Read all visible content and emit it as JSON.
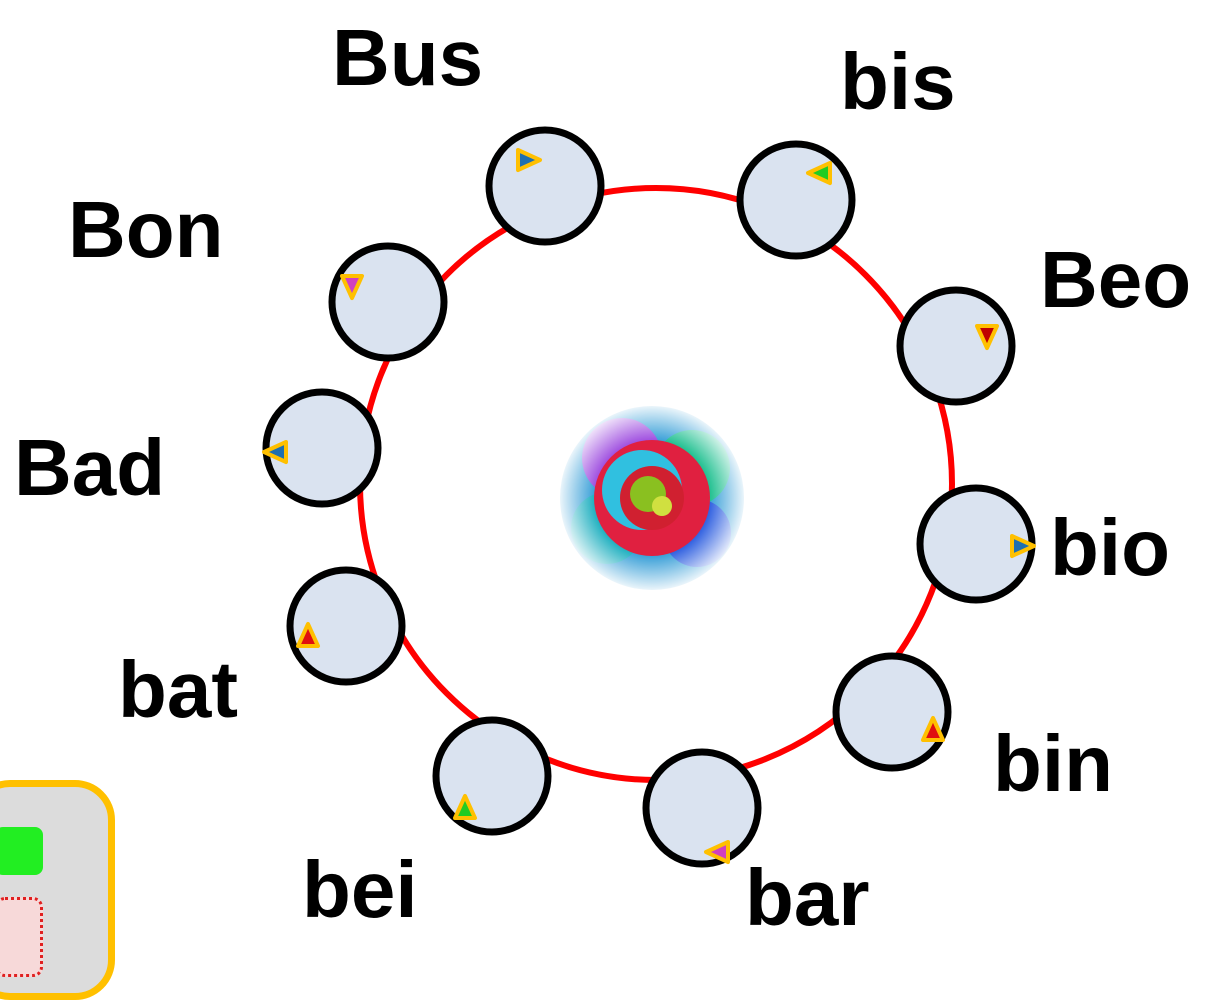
{
  "words": [
    {
      "id": "bus",
      "text": "Bus",
      "pointer_color": "#1e6fb0",
      "pointer_dir": "right"
    },
    {
      "id": "bis",
      "text": "bis",
      "pointer_color": "#22cc22",
      "pointer_dir": "left"
    },
    {
      "id": "beo",
      "text": "Beo",
      "pointer_color": "#c00000",
      "pointer_dir": "down"
    },
    {
      "id": "bio",
      "text": "bio",
      "pointer_color": "#1e6fb0",
      "pointer_dir": "right"
    },
    {
      "id": "bin",
      "text": "bin",
      "pointer_color": "#e01010",
      "pointer_dir": "up"
    },
    {
      "id": "bar",
      "text": "bar",
      "pointer_color": "#d040c0",
      "pointer_dir": "left"
    },
    {
      "id": "bei",
      "text": "bei",
      "pointer_color": "#22cc22",
      "pointer_dir": "up"
    },
    {
      "id": "bat",
      "text": "bat",
      "pointer_color": "#e01010",
      "pointer_dir": "up"
    },
    {
      "id": "bad",
      "text": "Bad",
      "pointer_color": "#1e6fb0",
      "pointer_dir": "left"
    },
    {
      "id": "bon",
      "text": "Bon",
      "pointer_color": "#d040c0",
      "pointer_dir": "down"
    }
  ],
  "colors": {
    "ring": "#ff0000",
    "bubble_fill": "#dae3f0",
    "bubble_stroke": "#000000",
    "pointer_border": "#ffc000",
    "panel_bg": "#dcdcdc",
    "panel_border": "#ffc000",
    "panel_green": "#22ee22"
  },
  "center_image": "flower-icon"
}
